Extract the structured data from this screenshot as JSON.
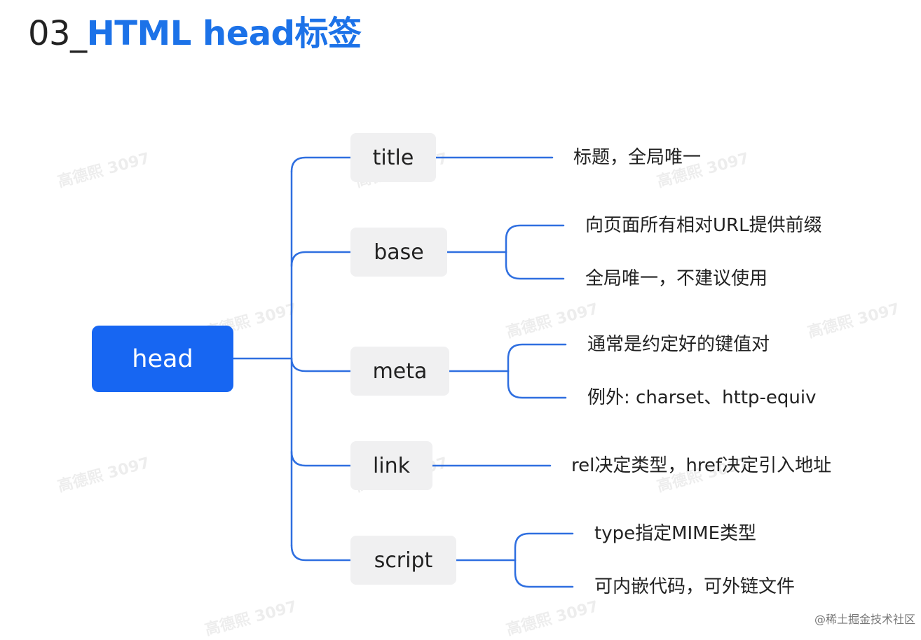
{
  "title": {
    "prefix": "03_",
    "main": "HTML head标签"
  },
  "watermark_text": "高德熙 3097",
  "root": {
    "label": "head"
  },
  "children": [
    {
      "label": "title",
      "notes": [
        "标题，全局唯一"
      ]
    },
    {
      "label": "base",
      "notes": [
        "向页面所有相对URL提供前缀",
        "全局唯一，不建议使用"
      ]
    },
    {
      "label": "meta",
      "notes": [
        "通常是约定好的键值对",
        "例外: charset、http-equiv"
      ]
    },
    {
      "label": "link",
      "notes": [
        "rel决定类型，href决定引入地址"
      ]
    },
    {
      "label": "script",
      "notes": [
        "type指定MIME类型",
        "可内嵌代码，可外链文件"
      ]
    }
  ],
  "site_mark": "@稀土掘金技术社区",
  "colors": {
    "accent": "#1c72e8",
    "root_fill": "#1766f2",
    "node_fill": "#f0f0f1",
    "connector": "#2f6fe0"
  }
}
